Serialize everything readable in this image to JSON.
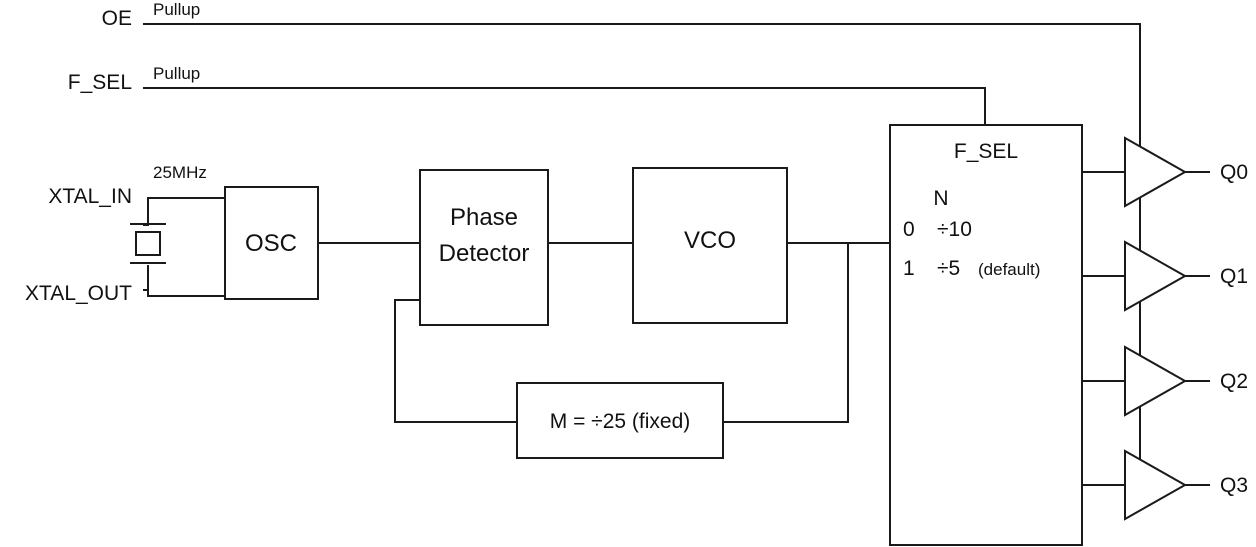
{
  "signals": {
    "oe": "OE",
    "oe_note": "Pullup",
    "fsel": "F_SEL",
    "fsel_note": "Pullup",
    "xtal_in": "XTAL_IN",
    "xtal_out": "XTAL_OUT",
    "crystal_freq": "25MHz"
  },
  "blocks": {
    "osc": "OSC",
    "phase_detector_line1": "Phase",
    "phase_detector_line2": "Detector",
    "vco": "VCO",
    "feedback_divider": "M = ÷25 (fixed)",
    "divider_title": "F_SEL",
    "divider_table": {
      "header": "N",
      "rows": [
        {
          "sel": "0",
          "div": "÷10",
          "note": ""
        },
        {
          "sel": "1",
          "div": "÷5",
          "note": "(default)"
        }
      ]
    }
  },
  "outputs": [
    "Q0",
    "Q1",
    "Q2",
    "Q3"
  ]
}
